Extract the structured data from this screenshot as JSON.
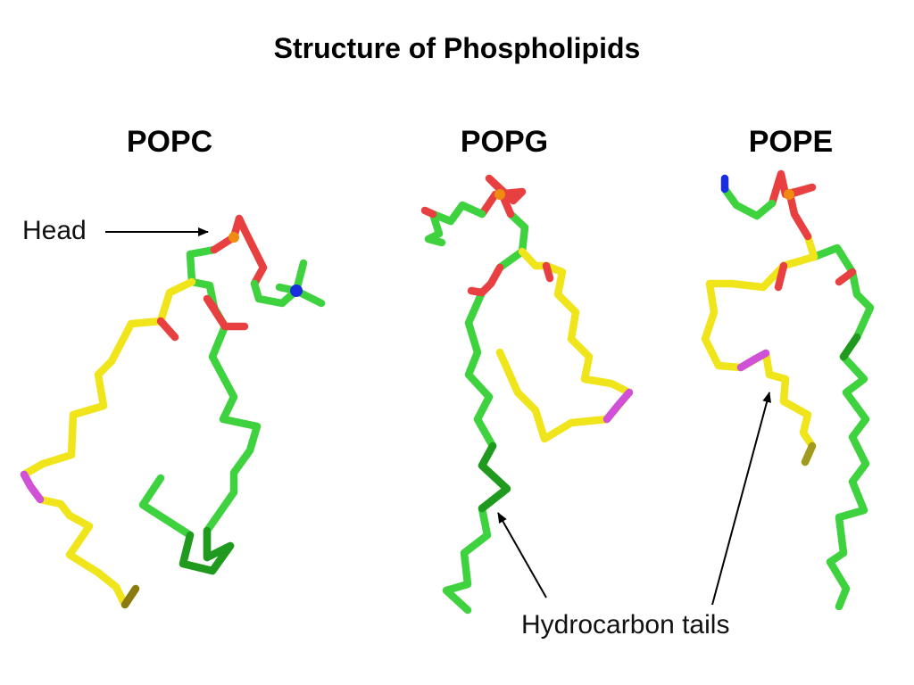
{
  "title": "Structure of Phospholipids",
  "molecules": [
    {
      "label": "POPC"
    },
    {
      "label": "POPG"
    },
    {
      "label": "POPE"
    }
  ],
  "annotations": {
    "head": "Head",
    "tails": "Hydrocarbon tails"
  },
  "colors": {
    "carbon_green": "#3fd23f",
    "carbon_dark": "#1f9a1f",
    "oleoyl_yellow": "#f0e41a",
    "oxygen": "#e84040",
    "phosphorus": "#f08a10",
    "nitrogen": "#1a2ee0",
    "double_bond_magenta": "#d050d8"
  }
}
